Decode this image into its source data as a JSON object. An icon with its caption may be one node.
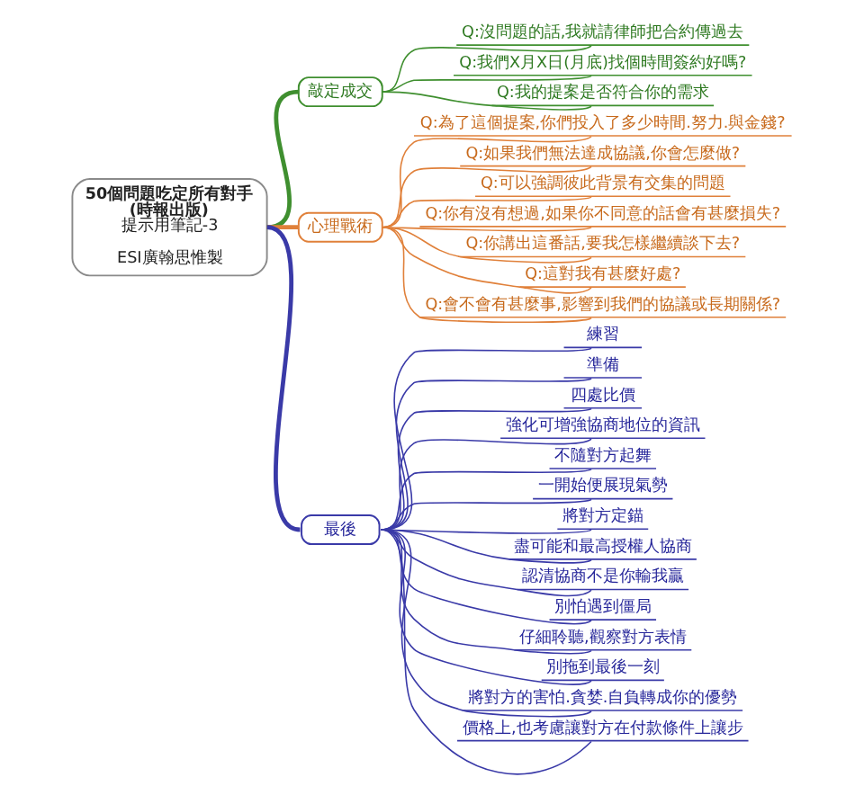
{
  "diagram": {
    "nodes": [
      {
        "text": [
          "50個問題吃定所有對手(時報出版)",
          "提示用筆記-3",
          "ESI廣翰思惟製"
        ]
      },
      {
        "text": [
          "敲定成交"
        ]
      },
      {
        "text": [
          "Q:沒問題的話,我就請律師把合約傳過去"
        ]
      },
      {
        "text": [
          "Q:我們X月X日(月底)找個時間簽約好嗎?"
        ]
      },
      {
        "text": [
          "Q:我的提案是否符合你的需求"
        ]
      },
      {
        "text": [
          "心理戰術"
        ]
      },
      {
        "text": [
          "Q:為了這個提案,你們投入了多少時間.努力.與金錢?"
        ]
      },
      {
        "text": [
          "Q:如果我們無法達成協議,你會怎麼做?"
        ]
      },
      {
        "text": [
          "Q:可以強調彼此背景有交集的問題"
        ]
      },
      {
        "text": [
          "Q:你有沒有想過,如果你不同意的話會有甚麼損失?"
        ]
      },
      {
        "text": [
          "Q:你講出這番話,要我怎樣繼續談下去?"
        ]
      },
      {
        "text": [
          "Q:這對我有甚麼好處?"
        ]
      },
      {
        "text": [
          "Q:會不會有甚麼事,影響到我們的協議或長期關係?"
        ]
      },
      {
        "text": [
          "最後"
        ]
      },
      {
        "text": [
          "練習"
        ]
      },
      {
        "text": [
          "準備"
        ]
      },
      {
        "text": [
          "四處比價"
        ]
      },
      {
        "text": [
          "強化可增強協商地位的資訊"
        ]
      },
      {
        "text": [
          "不隨對方起舞"
        ]
      },
      {
        "text": [
          "一開始便展現氣勢"
        ]
      },
      {
        "text": [
          "將對方定錨"
        ]
      },
      {
        "text": [
          "盡可能和最高授權人協商"
        ]
      },
      {
        "text": [
          "認清協商不是你輸我贏"
        ]
      },
      {
        "text": [
          "別怕遇到僵局"
        ]
      },
      {
        "text": [
          "仔細聆聽,觀察對方表情"
        ]
      },
      {
        "text": [
          "別拖到最後一刻"
        ]
      },
      {
        "text": [
          "將對方的害怕.貪婪.自負轉成你的優勢"
        ]
      },
      {
        "text": [
          "價格上,也考慮讓對方在付款條件上讓步"
        ]
      }
    ],
    "edges": [
      {
        "from": 0,
        "to": 1,
        "arrow": "none",
        "style": "thick",
        "color": "#3f8f2f"
      },
      {
        "from": 1,
        "to": 2,
        "arrow": "none",
        "color": "#3f8f2f"
      },
      {
        "from": 1,
        "to": 3,
        "arrow": "none",
        "color": "#3f8f2f"
      },
      {
        "from": 1,
        "to": 4,
        "arrow": "none",
        "color": "#3f8f2f"
      },
      {
        "from": 0,
        "to": 5,
        "arrow": "none",
        "style": "thick",
        "color": "#e0803a"
      },
      {
        "from": 5,
        "to": 6,
        "arrow": "none",
        "color": "#e0803a"
      },
      {
        "from": 5,
        "to": 7,
        "arrow": "none",
        "color": "#e0803a"
      },
      {
        "from": 5,
        "to": 8,
        "arrow": "none",
        "color": "#e0803a"
      },
      {
        "from": 5,
        "to": 9,
        "arrow": "none",
        "color": "#e0803a"
      },
      {
        "from": 5,
        "to": 10,
        "arrow": "none",
        "color": "#e0803a"
      },
      {
        "from": 5,
        "to": 11,
        "arrow": "none",
        "color": "#e0803a"
      },
      {
        "from": 5,
        "to": 12,
        "arrow": "none",
        "color": "#e0803a"
      },
      {
        "from": 0,
        "to": 13,
        "arrow": "none",
        "style": "thick"
      },
      {
        "from": 13,
        "to": 14,
        "arrow": "none"
      },
      {
        "from": 13,
        "to": 15,
        "arrow": "none"
      },
      {
        "from": 13,
        "to": 16,
        "arrow": "none"
      },
      {
        "from": 13,
        "to": 17,
        "arrow": "none"
      },
      {
        "from": 13,
        "to": 18,
        "arrow": "none"
      },
      {
        "from": 13,
        "to": 19,
        "arrow": "none"
      },
      {
        "from": 13,
        "to": 20,
        "arrow": "none"
      },
      {
        "from": 13,
        "to": 21,
        "arrow": "none"
      },
      {
        "from": 13,
        "to": 22,
        "arrow": "none"
      },
      {
        "from": 13,
        "to": 23,
        "arrow": "none"
      },
      {
        "from": 13,
        "to": 24,
        "arrow": "none"
      },
      {
        "from": 13,
        "to": 25,
        "arrow": "none"
      },
      {
        "from": 13,
        "to": 26,
        "arrow": "none"
      },
      {
        "from": 13,
        "to": 27,
        "arrow": "none"
      }
    ]
  }
}
